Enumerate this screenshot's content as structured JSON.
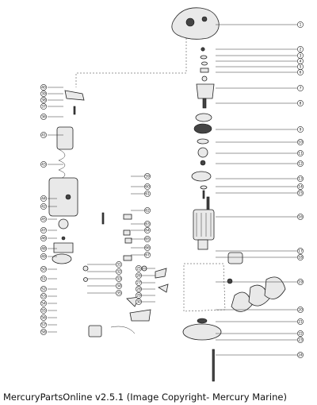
{
  "caption": "MercuryPartsOnline v2.5.1 (Image Copyright- Mercury Marine)",
  "callouts": {
    "right": [
      "1",
      "2",
      "3",
      "4",
      "5",
      "6",
      "7",
      "8",
      "9",
      "10",
      "11",
      "12",
      "13",
      "14",
      "15",
      "16",
      "17",
      "18",
      "19",
      "20",
      "21",
      "22",
      "23",
      "24"
    ],
    "left_top": [
      "40",
      "39",
      "38",
      "37",
      "36",
      "41",
      "43"
    ],
    "left_mid": [
      "44",
      "42",
      "45",
      "47",
      "46",
      "48",
      "49",
      "50",
      "51",
      "52",
      "53",
      "54",
      "55",
      "56",
      "57",
      "58"
    ],
    "center_col": [
      "59",
      "60",
      "61",
      "62",
      "63",
      "64",
      "65",
      "66",
      "67"
    ],
    "small_col": [
      "31",
      "32",
      "33",
      "34",
      "35"
    ],
    "lower_mid": [
      "25",
      "26",
      "27",
      "28",
      "29",
      "30"
    ]
  }
}
